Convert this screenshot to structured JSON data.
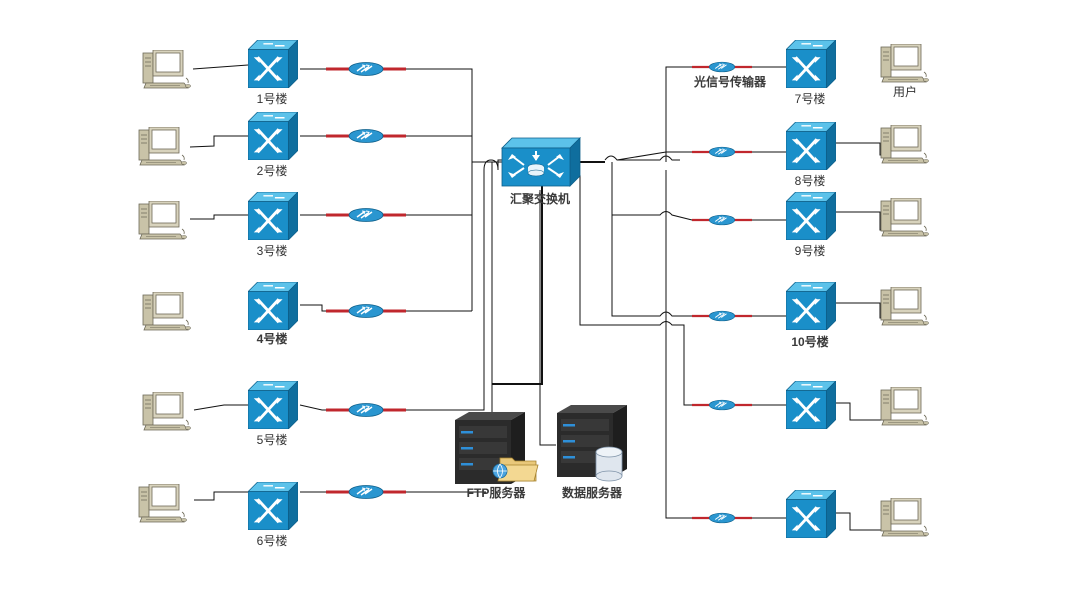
{
  "colors": {
    "switch_front": "#1a8fc9",
    "switch_top": "#5cc2ea",
    "switch_side": "#0f6e9e",
    "transceiver": "#2a96d0",
    "fiber": "#c0272d",
    "pc_body": "#d8d3bd",
    "server": "#2b2b2b",
    "server_led": "#2e8fd8"
  },
  "labels": {
    "core_switch": "汇聚交换机",
    "transceiver_caption": "光信号传输器",
    "user": "用户",
    "ftp_server": "FTP服务器",
    "db_server": "数据服务器"
  },
  "buildings_left": [
    "1号楼",
    "2号楼",
    "3号楼",
    "4号楼",
    "5号楼",
    "6号楼"
  ],
  "buildings_right": [
    "7号楼",
    "8号楼",
    "9号楼",
    "10号楼",
    "",
    ""
  ],
  "icons": {
    "switch": "switch-icon",
    "pc": "pc-icon",
    "transceiver": "transceiver-icon",
    "server": "server-icon"
  }
}
